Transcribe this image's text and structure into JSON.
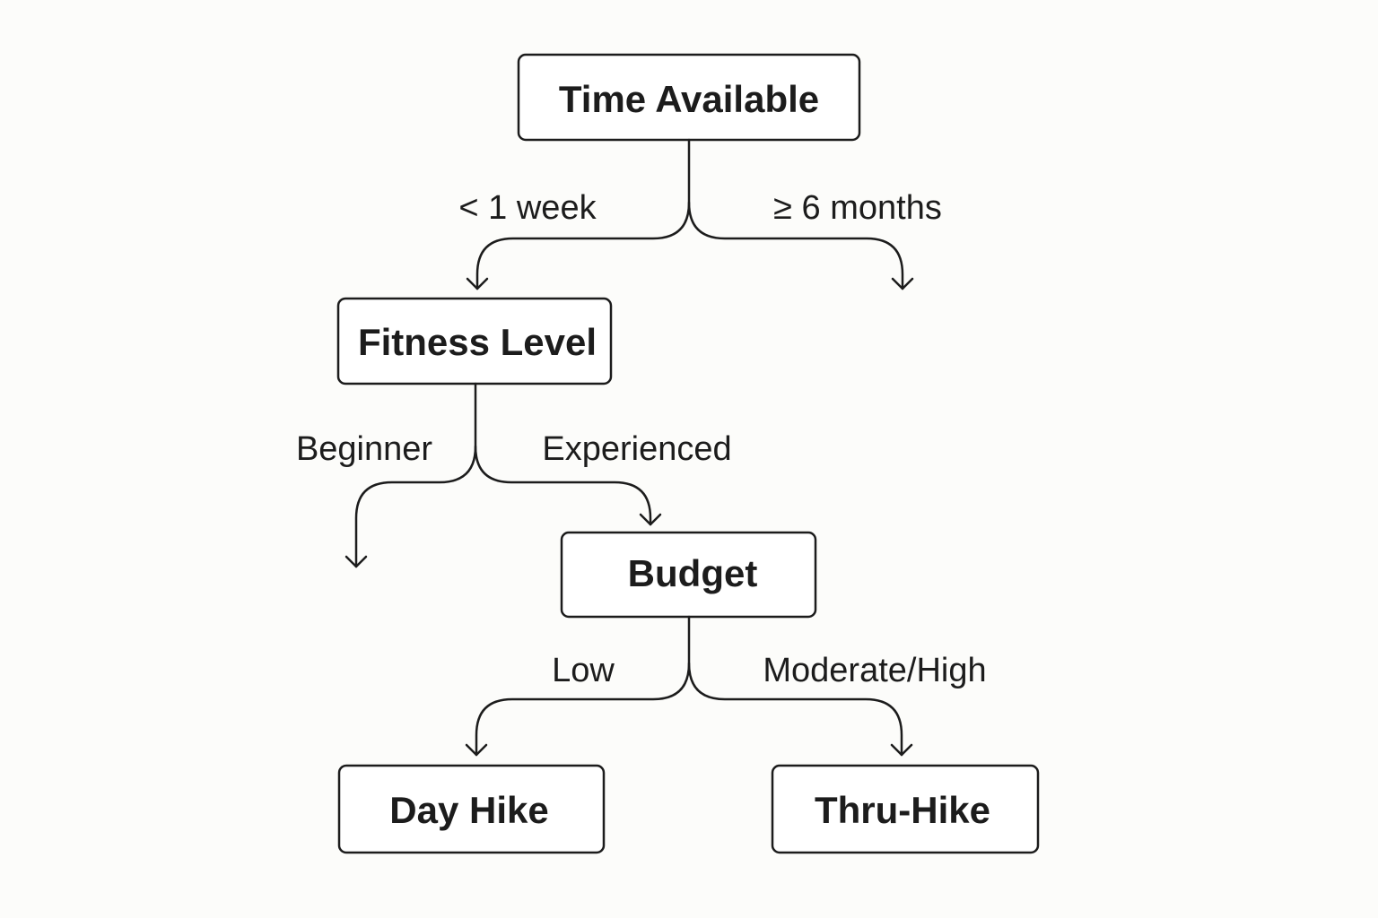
{
  "nodes": {
    "time": "Time Available",
    "fitness": "Fitness Level",
    "budget": "Budget",
    "day_hike": "Day Hike",
    "thru_hike": "Thru-Hike"
  },
  "edges": {
    "lt_week": "< 1 week",
    "ge_6_months": "≥ 6 months",
    "beginner": "Beginner",
    "experienced": "Experienced",
    "low": "Low",
    "moderate_high": "Moderate/High"
  }
}
